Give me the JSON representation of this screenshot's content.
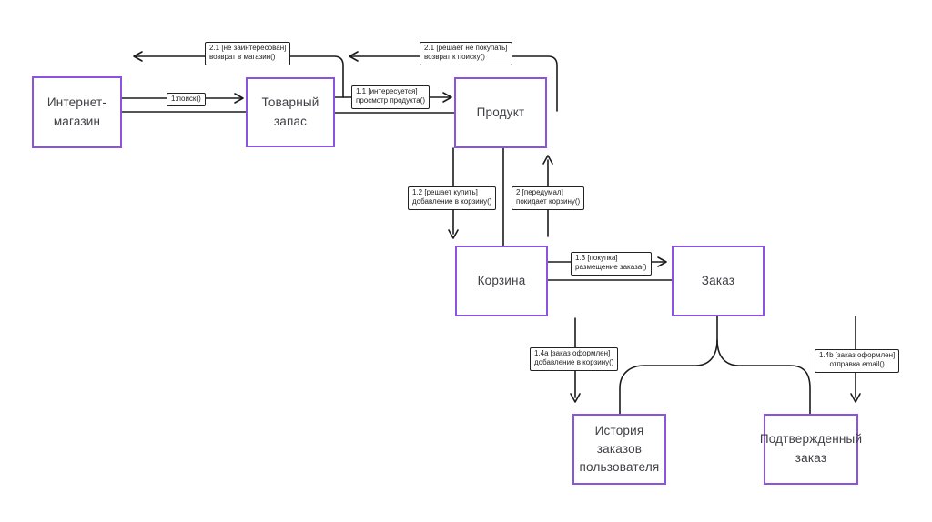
{
  "diagram": {
    "kind": "uml-communication-diagram",
    "language": "ru"
  },
  "colors": {
    "background": "#ffffff",
    "accent_purple": "#8c54de",
    "line_color": "#1b1b1b",
    "label_border": "#222222",
    "label_text": "#1c1c1e",
    "node_text": "#3e3e44"
  },
  "nodes": {
    "internet_shop": "Интернет-\nмагазин",
    "stock": "Товарный\nзапас",
    "product": "Продукт",
    "cart": "Корзина",
    "order": "Заказ",
    "order_history": "История\nзаказов\nпользователя",
    "confirmed_order": "Подтвержденный\nзаказ"
  },
  "associations": [
    {
      "from": "internet_shop",
      "to": "stock"
    },
    {
      "from": "stock",
      "to": "product"
    },
    {
      "from": "product",
      "to": "cart"
    },
    {
      "from": "cart",
      "to": "order"
    },
    {
      "from": "order",
      "to": "order_history"
    },
    {
      "from": "order",
      "to": "confirmed_order"
    }
  ],
  "messages": {
    "search": {
      "label": "1:поиск()",
      "from": "internet_shop",
      "to": "stock",
      "direction": "right"
    },
    "view_product": {
      "label": "1.1 [интересуется]\nпросмотр продукта()",
      "from": "stock",
      "to": "product",
      "direction": "right"
    },
    "return_to_shop": {
      "label": "2.1 [не заинтересован]\nвозврат в магазин()",
      "from": "stock",
      "to": "internet_shop",
      "direction": "left"
    },
    "return_to_search": {
      "label": "2.1 [решает не покупать]\nвозврат к поиску()",
      "from": "product",
      "to": "stock",
      "direction": "left"
    },
    "add_to_cart": {
      "label": "1.2 [решает купить]\nдобавление в корзину()",
      "from": "product",
      "to": "cart",
      "direction": "down"
    },
    "leave_cart": {
      "label": "2 [передумал]\nпокидает корзину()",
      "from": "cart",
      "to": "product",
      "direction": "up"
    },
    "place_order": {
      "label": "1.3 [покупка]\nразмещение заказа()",
      "from": "cart",
      "to": "order",
      "direction": "right"
    },
    "add_to_history": {
      "label": "1.4a [заказ оформлен]\nдобавление в корзину()",
      "from": "order",
      "to": "order_history",
      "direction": "down"
    },
    "send_email": {
      "label": "1.4b [заказ оформлен]\nотправка email()",
      "from": "order",
      "to": "confirmed_order",
      "direction": "down"
    }
  }
}
